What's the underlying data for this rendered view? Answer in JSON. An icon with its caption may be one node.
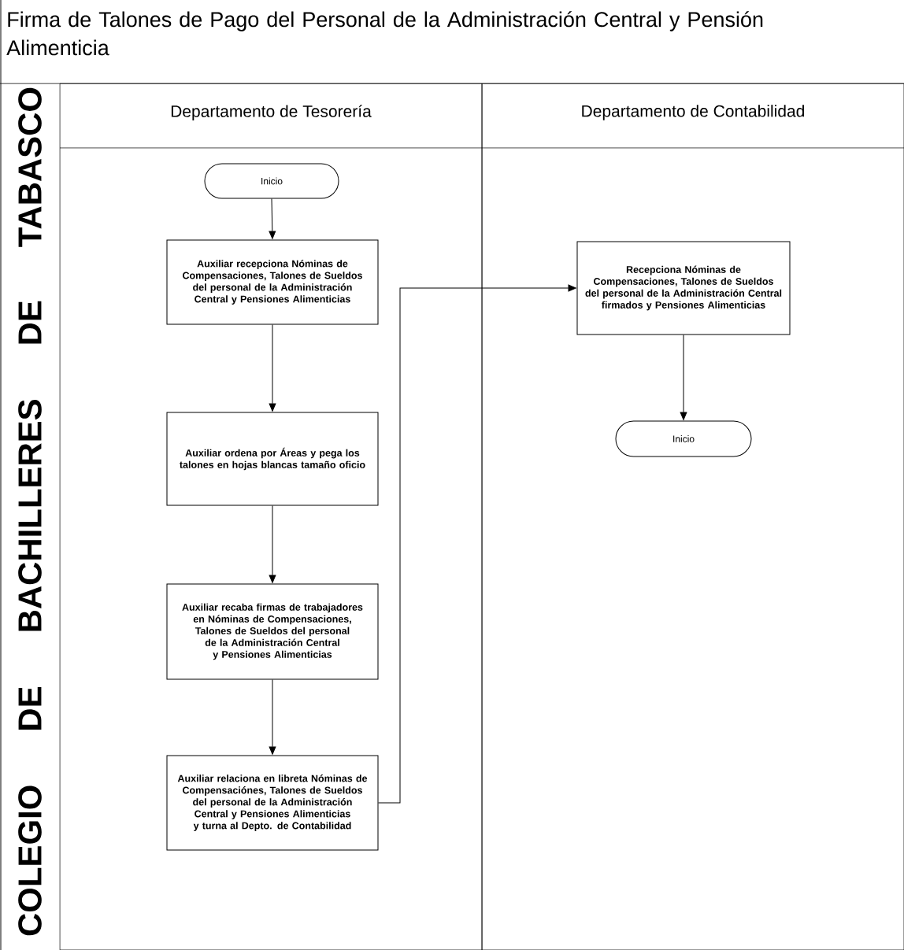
{
  "diagram": {
    "title": "Firma de Talones de Pago del Personal de la Administración Central y Pensión Alimenticia",
    "nodes": [
      {
        "text": [
          "Departamento de Tesorería"
        ]
      },
      {
        "text": [
          "Departamento de Contabilidad"
        ]
      },
      {
        "text": [
          "Inicio"
        ],
        "in": 0
      },
      {
        "text": [
          "Auxiliar recepciona Nóminas de Compensaciones, Talones de Sueldos del personal de la Administración Central y Pensiones Alimenticias"
        ],
        "in": 0
      },
      {
        "text": [
          "Auxiliar ordena por Áreas y pega los talones en hojas blancas tamaño oficio"
        ],
        "in": 0
      },
      {
        "text": [
          "Auxiliar recaba firmas de trabajadores en Nóminas de Compensaciones, Talones de Sueldos del personal de la Administración Central y Pensiones Alimenticias"
        ],
        "in": 0
      },
      {
        "text": [
          "Auxiliar relaciona en libreta Nóminas de Compensaciónes, Talones de Sueldos del personal de la Administración Central y Pensiones Alimenticias y turna al Depto. de Contabilidad"
        ],
        "in": 0
      },
      {
        "text": [
          "Recepciona Nóminas de Compensaciones, Talones de Sueldos del personal de la Administración Central firmados y Pensiones Alimenticias"
        ],
        "in": 1
      },
      {
        "text": [
          "Inicio"
        ],
        "in": 1
      }
    ],
    "edges": [
      {
        "from": 2,
        "to": 3,
        "arrow": "to"
      },
      {
        "from": 3,
        "to": 4,
        "arrow": "to"
      },
      {
        "from": 4,
        "to": 5,
        "arrow": "to"
      },
      {
        "from": 5,
        "to": 6,
        "arrow": "to"
      },
      {
        "from": 6,
        "to": 7,
        "arrow": "to"
      },
      {
        "from": 7,
        "to": 8,
        "arrow": "to"
      }
    ],
    "labels": [
      "COLEGIO DE BACHILLERES DE TABASCO"
    ]
  }
}
